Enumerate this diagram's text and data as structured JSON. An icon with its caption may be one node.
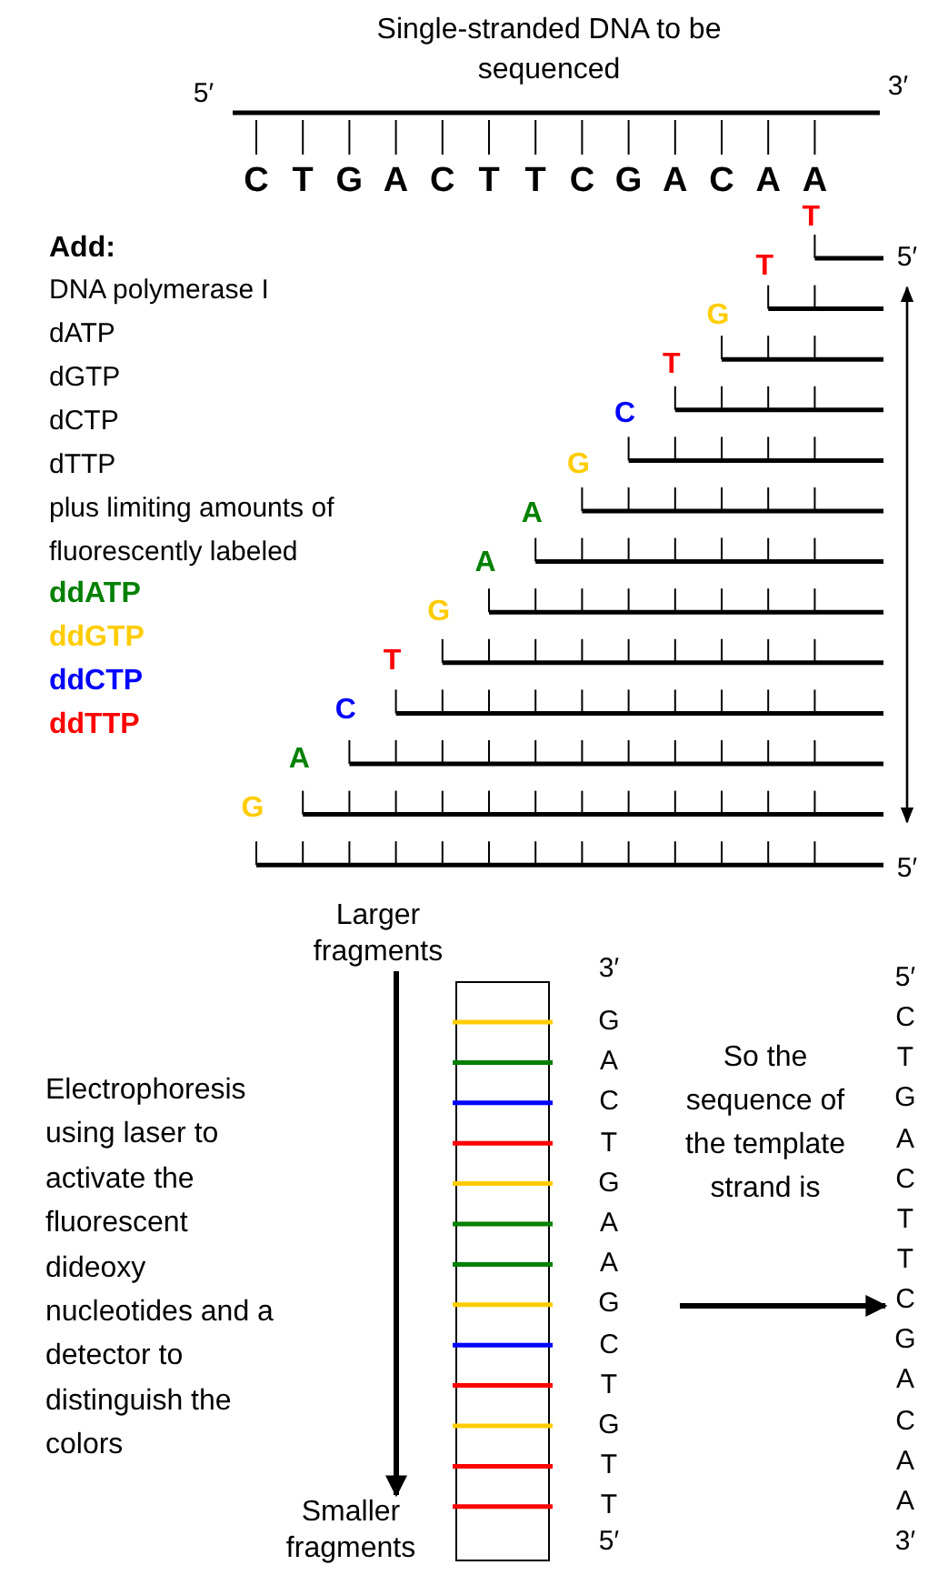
{
  "diagram": {
    "nodes": [
      {
        "text": [
          "Larger fragments"
        ]
      },
      {
        "text": [
          "Smaller fragments"
        ]
      },
      {
        "text": [
          "5′",
          "C",
          "T",
          "G",
          "A",
          "C",
          "T",
          "T",
          "C",
          "G",
          "A",
          "C",
          "A",
          "A",
          "3′"
        ]
      }
    ],
    "edges": [
      {
        "from": 0,
        "to": 1,
        "arrow": "to"
      },
      {
        "from": null,
        "to": 2,
        "arrow": "to"
      }
    ],
    "labels": [
      "Single-stranded DNA to be sequenced",
      "5′",
      "3′",
      "C",
      "T",
      "G",
      "A",
      "C",
      "T",
      "T",
      "C",
      "G",
      "A",
      "C",
      "A",
      "A",
      "Add:",
      "DNA polymerase I",
      "dATP",
      "dGTP",
      "dCTP",
      "dTTP",
      "plus limiting amounts of fluorescently labeled",
      "ddATP",
      "ddGTP",
      "ddCTP",
      "ddTTP",
      "T",
      "T",
      "G",
      "T",
      "C",
      "G",
      "A",
      "A",
      "G",
      "T",
      "C",
      "A",
      "G",
      "5′",
      "5′",
      "Electrophoresis using laser to activate the fluorescent dideoxy nucleotides and a detector to distinguish the colors",
      "3′",
      "G",
      "A",
      "C",
      "T",
      "G",
      "A",
      "A",
      "G",
      "C",
      "T",
      "G",
      "T",
      "T",
      "5′",
      "So the sequence of the template strand is"
    ]
  }
}
